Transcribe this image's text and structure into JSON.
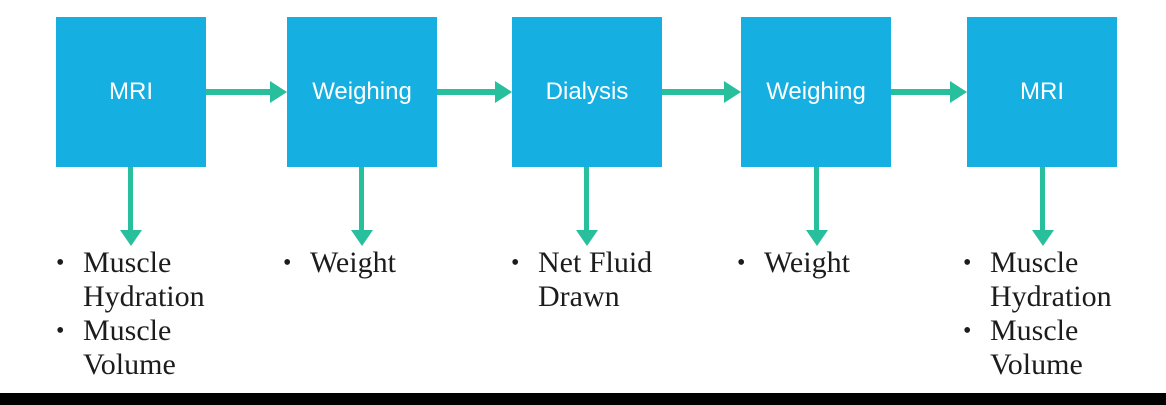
{
  "flow": {
    "bullet_char": "•",
    "steps": [
      {
        "label": "MRI",
        "outputs": [
          "Muscle Hydration",
          "Muscle Volume"
        ]
      },
      {
        "label": "Weighing",
        "outputs": [
          "Weight"
        ]
      },
      {
        "label": "Dialysis",
        "outputs": [
          "Net Fluid Drawn"
        ]
      },
      {
        "label": "Weighing",
        "outputs": [
          "Weight"
        ]
      },
      {
        "label": "MRI",
        "outputs": [
          "Muscle Hydration",
          "Muscle Volume"
        ]
      }
    ]
  },
  "colors": {
    "background": "#FFFFFF",
    "box-fill": "#15AFE1",
    "box-text": "#FFFFFF",
    "arrow": "#27BF9C",
    "list-text": "#1C1C1C",
    "footer-bar": "#000000"
  }
}
